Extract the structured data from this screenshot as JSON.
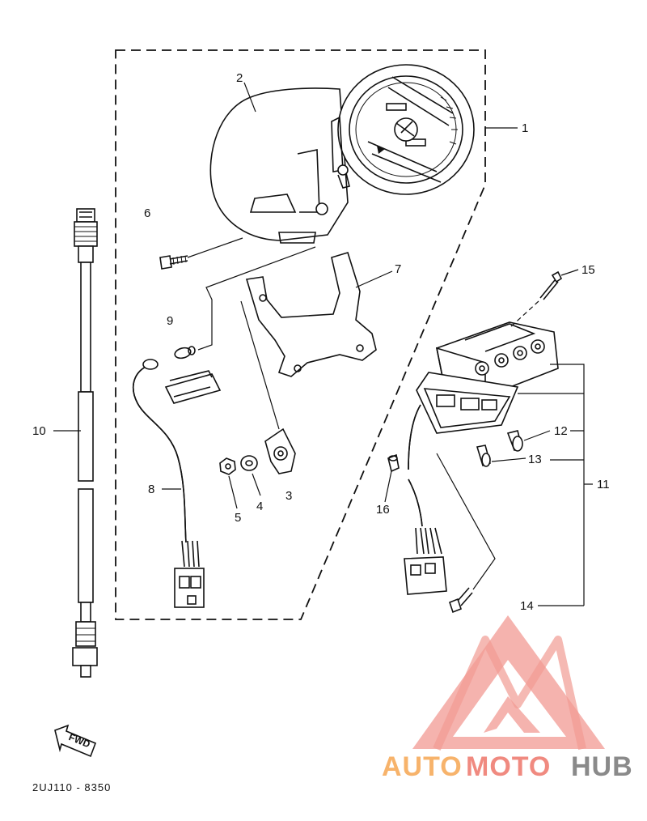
{
  "diagram": {
    "part_labels": {
      "p1": "1",
      "p2": "2",
      "p3": "3",
      "p4": "4",
      "p5": "5",
      "p6": "6",
      "p7": "7",
      "p8": "8",
      "p9": "9",
      "p10": "10",
      "p11": "11",
      "p12": "12",
      "p13": "13",
      "p14": "14",
      "p15": "15",
      "p16": "16"
    },
    "direction_tag": "FWD",
    "drawing_code": "2UJ110 - 8350"
  },
  "watermark": {
    "brand_part1": "AUTO",
    "brand_part2": "MOTO",
    "brand_part3": "HUB",
    "colors": {
      "salmon": "#f4a6a0",
      "orange": "#f7b36b",
      "red": "#f08a80",
      "gray": "#8a8a8a"
    }
  }
}
